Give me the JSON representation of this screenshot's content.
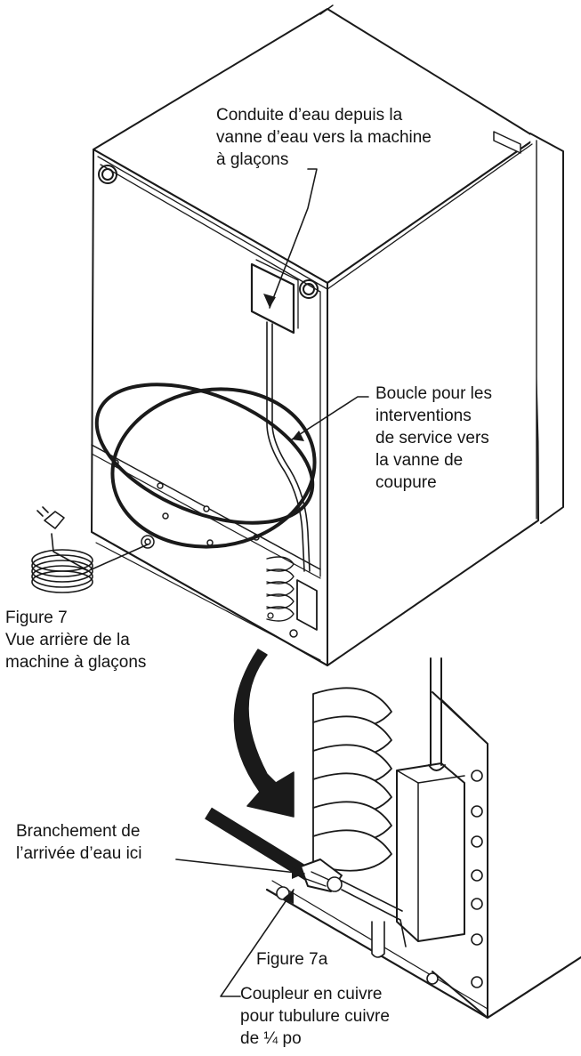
{
  "callouts": {
    "water_line": [
      "Conduite d’eau depuis la",
      "vanne d’eau vers la machine",
      "à glaçons"
    ],
    "service_loop": [
      "Boucle pour les",
      "interventions",
      "de service vers",
      "la vanne de",
      "coupure"
    ],
    "water_inlet": [
      "Branchement de",
      "l’arrivée d’eau ici"
    ],
    "coupler": [
      "Coupleur en cuivre",
      "pour tubulure cuivre",
      "de ¼ po"
    ]
  },
  "captions": {
    "figure7": [
      "Figure 7",
      "Vue arrière de la",
      "machine à glaçons"
    ],
    "figure7a": "Figure 7a"
  }
}
